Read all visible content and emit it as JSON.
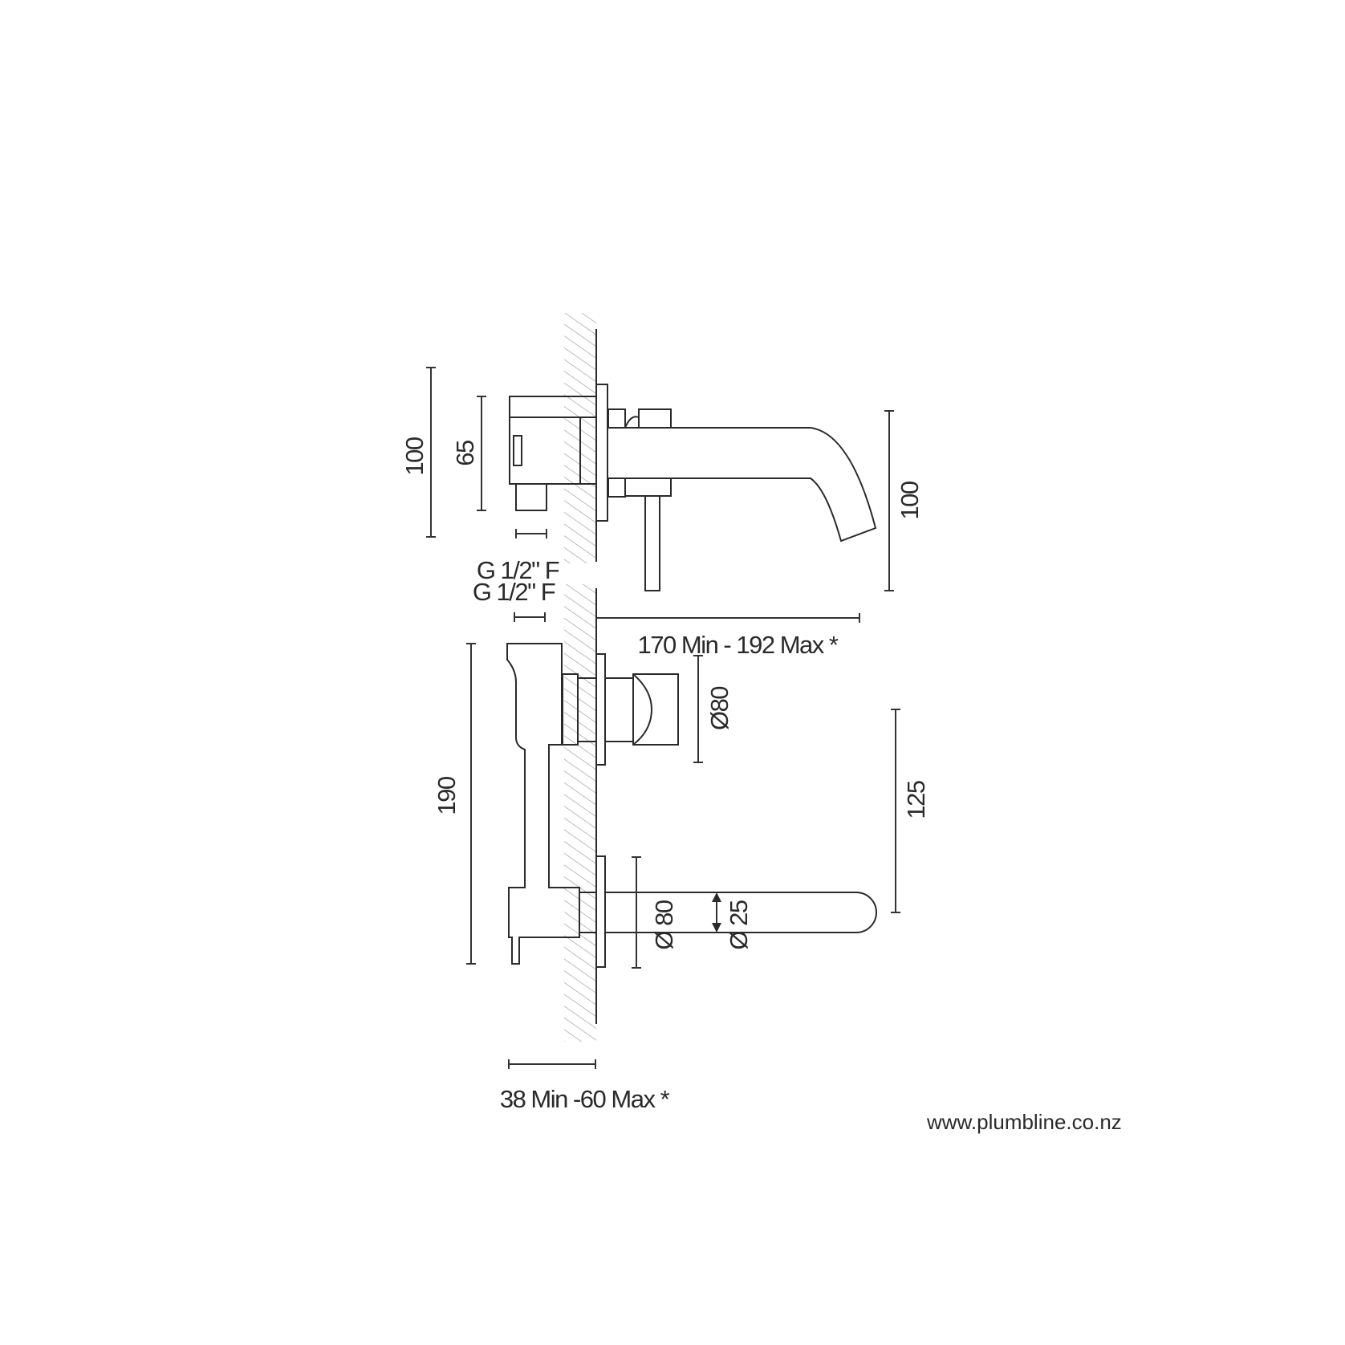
{
  "side_view": {
    "height_total": "100",
    "height_body": "65",
    "connection": "G 1/2\" F",
    "spout_height": "100",
    "projection": "170 Min - 192 Max *"
  },
  "top_view": {
    "connection": "G 1/2\" F",
    "height_total": "190",
    "handle_diameter": "Ø80",
    "spacing": "125",
    "spout_plate_diameter": "Ø 80",
    "spout_diameter": "Ø 25",
    "wall_depth": "38 Min -60 Max *"
  },
  "footer": {
    "website": "www.plumbline.co.nz"
  },
  "colors": {
    "line": "#2a2a2a",
    "hatch": "#9a9a9a",
    "background": "#ffffff"
  }
}
